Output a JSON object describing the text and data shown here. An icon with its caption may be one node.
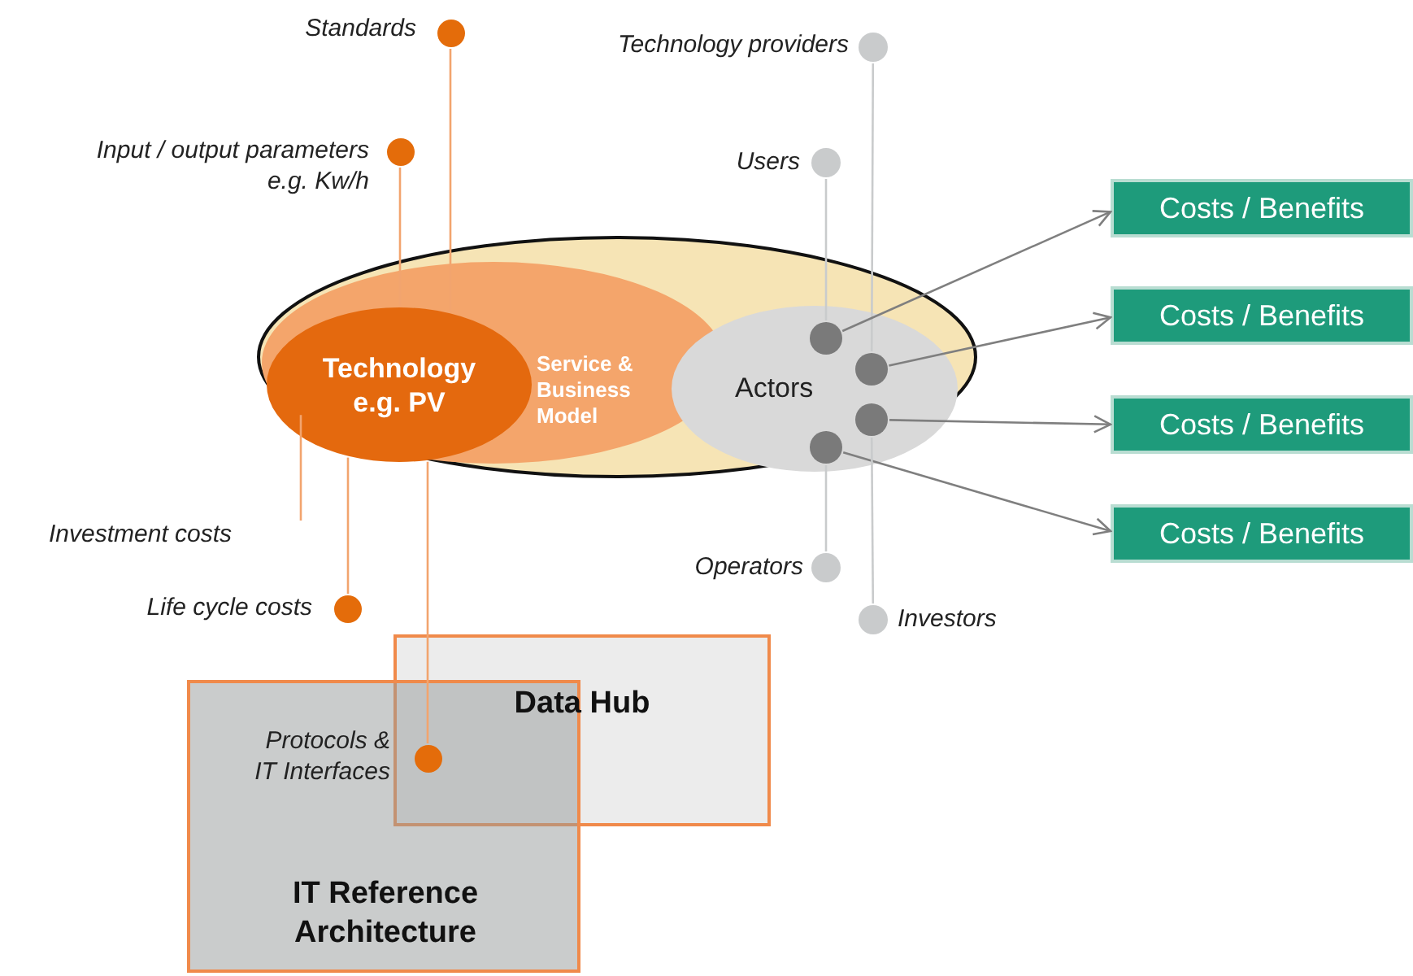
{
  "diagram": {
    "nodes": [
      {
        "text": [],
        "shape": "circle",
        "beside": [
          "Standards"
        ]
      },
      {
        "text": [],
        "shape": "circle",
        "beside": [
          "Technology providers"
        ]
      },
      {
        "text": [],
        "shape": "circle",
        "beside": [
          "Input / output parameters e.g. Kw/h"
        ]
      },
      {
        "text": [],
        "shape": "circle",
        "beside": [
          "Users"
        ]
      },
      {
        "text": [
          "Costs / Benefits"
        ]
      },
      {
        "text": [],
        "shape": "ellipse"
      },
      {
        "text": [
          "Service & Business Model"
        ],
        "in": 5
      },
      {
        "text": [
          "Technology e.g. PV"
        ],
        "in": 6
      },
      {
        "text": [
          "Actors"
        ],
        "in": 5
      },
      {
        "text": [],
        "shape": "circle",
        "in": 8
      },
      {
        "text": [],
        "shape": "circle",
        "in": 8
      },
      {
        "text": [],
        "shape": "circle",
        "in": 8
      },
      {
        "text": [],
        "shape": "circle",
        "in": 8
      },
      {
        "text": [
          "Costs / Benefits"
        ]
      },
      {
        "text": [
          "Costs / Benefits"
        ]
      },
      {
        "text": [
          "Costs / Benefits"
        ]
      },
      {
        "text": [
          "Investment costs"
        ]
      },
      {
        "text": [],
        "shape": "circle",
        "beside": [
          "Life cycle costs"
        ]
      },
      {
        "text": [],
        "shape": "circle",
        "beside": [
          "Operators"
        ]
      },
      {
        "text": [],
        "shape": "circle",
        "beside": [
          "Investors"
        ]
      },
      {
        "text": [
          "Data Hub"
        ]
      },
      {
        "text": [
          "IT Reference Architecture"
        ]
      },
      {
        "text": [],
        "shape": "circle"
      }
    ],
    "labels": [
      "Protocols & IT Interfaces"
    ],
    "edges": [
      {
        "from": 0,
        "to": 7,
        "arrow": "none",
        "color": "#f2a46e"
      },
      {
        "from": 2,
        "to": 7,
        "arrow": "none",
        "color": "#f2a46e"
      },
      {
        "from": 1,
        "to": 10,
        "arrow": "none",
        "color": "#c9cbcc"
      },
      {
        "from": 3,
        "to": 9,
        "arrow": "none",
        "color": "#c9cbcc"
      },
      {
        "from": 9,
        "to": 4,
        "arrow": "to",
        "color": "#7f7f7f"
      },
      {
        "from": 10,
        "to": 13,
        "arrow": "to",
        "color": "#7f7f7f"
      },
      {
        "from": 11,
        "to": 14,
        "arrow": "to",
        "color": "#7f7f7f"
      },
      {
        "from": 12,
        "to": 15,
        "arrow": "to",
        "color": "#7f7f7f"
      },
      {
        "from": 16,
        "to": 5,
        "arrow": "none",
        "color": "#f2a46e"
      },
      {
        "from": 17,
        "to": 7,
        "arrow": "none",
        "color": "#f2a46e"
      },
      {
        "from": 18,
        "to": 12,
        "arrow": "none",
        "color": "#c9cbcc"
      },
      {
        "from": 19,
        "to": 11,
        "arrow": "none",
        "color": "#c9cbcc"
      },
      {
        "from": 22,
        "to": 7,
        "arrow": "none",
        "color": "#f2a46e"
      }
    ]
  }
}
